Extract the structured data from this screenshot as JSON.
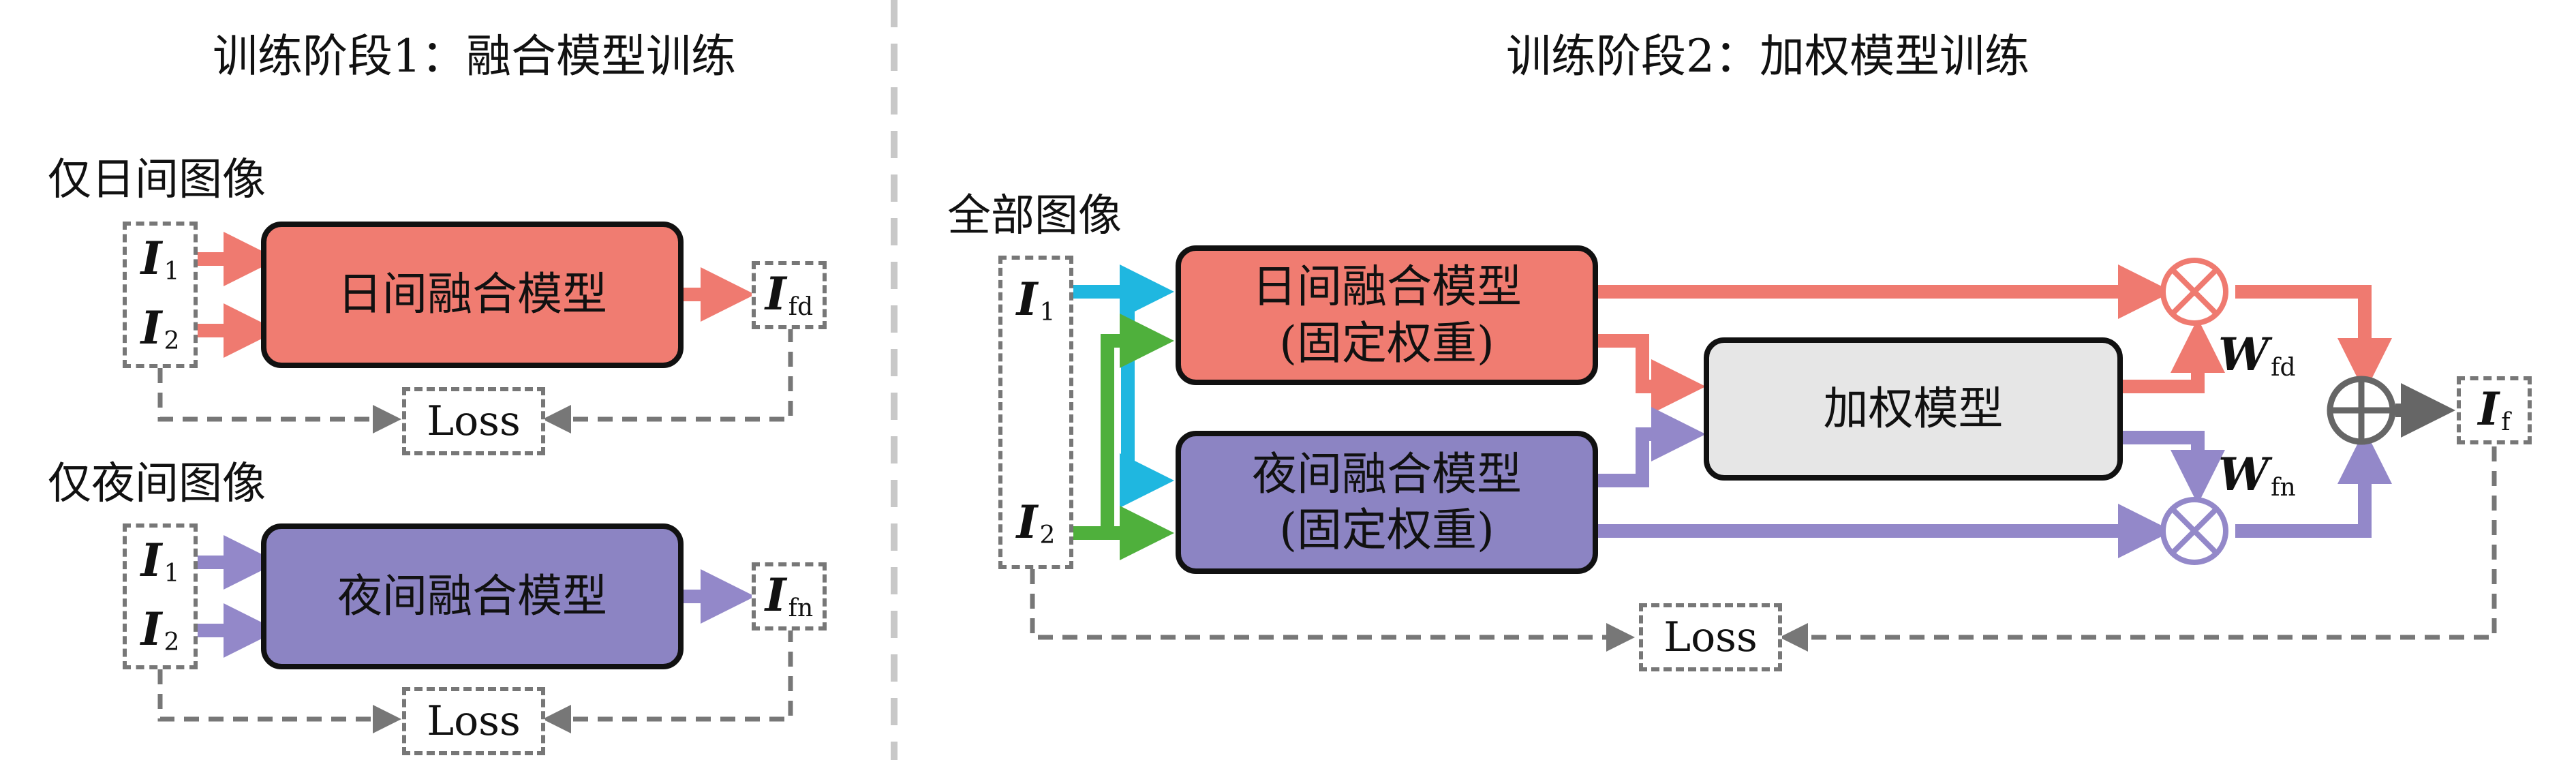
{
  "stage1": {
    "title": "训练阶段1：融合模型训练",
    "day": {
      "group_label": "仅日间图像",
      "model_label": "日间融合模型"
    },
    "night": {
      "group_label": "仅夜间图像",
      "model_label": "夜间融合模型"
    }
  },
  "stage2": {
    "title": "训练阶段2：加权模型训练",
    "group_label": "全部图像",
    "day_model": {
      "line1": "日间融合模型",
      "line2": "(固定权重)"
    },
    "night_model": {
      "line1": "夜间融合模型",
      "line2": "(固定权重)"
    },
    "weight_model": "加权模型"
  },
  "labels": {
    "loss": "Loss"
  },
  "symbols": {
    "i_letter": "I",
    "w_letter": "W",
    "sub_1": "1",
    "sub_2": "2",
    "sub_fd": "fd",
    "sub_fn": "fn",
    "sub_f": "f"
  },
  "colors": {
    "day": "#f07c71",
    "night": "#8c84c3",
    "weight_model": "#e6e6e6",
    "input_i1_arrow": "#1fb7e0",
    "input_i2_arrow": "#4fb03c",
    "dashed": "#777777",
    "divider": "#c8c8c8"
  },
  "icons": [
    "multiply-icon",
    "sum-icon"
  ]
}
